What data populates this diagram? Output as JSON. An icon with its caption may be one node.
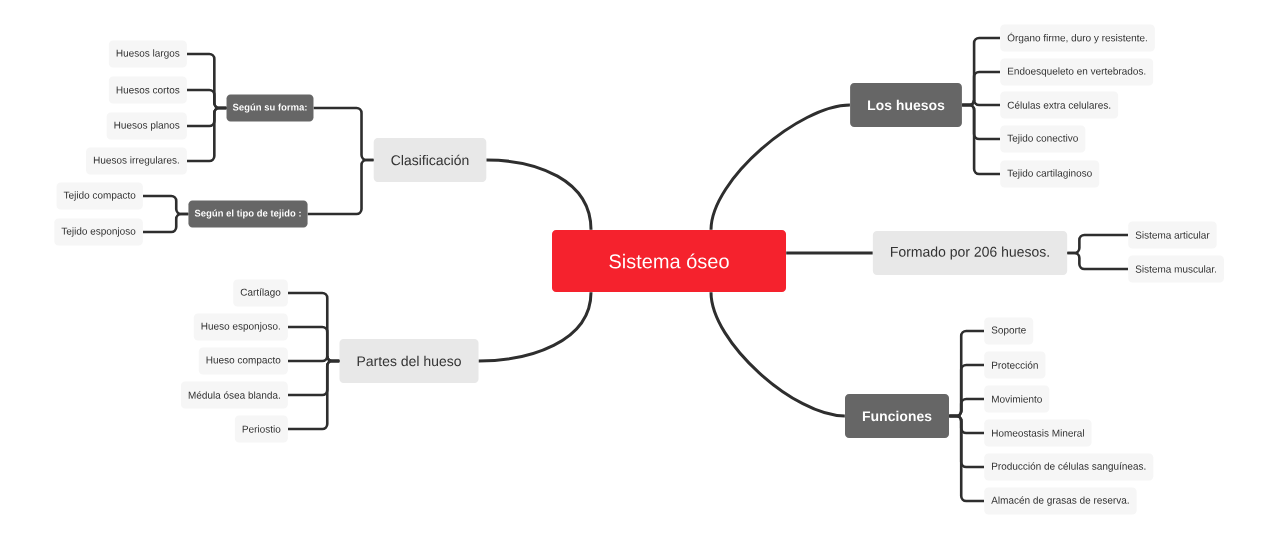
{
  "diagram": {
    "nodes": [
      {
        "text": [
          "Sistema óseo"
        ]
      },
      {
        "text": [
          "Clasificación"
        ]
      },
      {
        "text": [
          "Según su forma:"
        ]
      },
      {
        "text": [
          "Huesos largos"
        ]
      },
      {
        "text": [
          "Huesos cortos"
        ]
      },
      {
        "text": [
          "Huesos planos"
        ]
      },
      {
        "text": [
          "Huesos irregulares."
        ]
      },
      {
        "text": [
          "Según el tipo de tejido :"
        ]
      },
      {
        "text": [
          "Tejido compacto"
        ]
      },
      {
        "text": [
          "Tejido esponjoso"
        ]
      },
      {
        "text": [
          "Partes del hueso"
        ]
      },
      {
        "text": [
          "Cartílago"
        ]
      },
      {
        "text": [
          "Hueso esponjoso."
        ]
      },
      {
        "text": [
          "Hueso compacto"
        ]
      },
      {
        "text": [
          "Médula ósea blanda."
        ]
      },
      {
        "text": [
          "Periostio"
        ]
      },
      {
        "text": [
          "Los huesos"
        ]
      },
      {
        "text": [
          "Órgano firme, duro y resistente."
        ]
      },
      {
        "text": [
          "Endoesqueleto en vertebrados."
        ]
      },
      {
        "text": [
          "Células extra celulares."
        ]
      },
      {
        "text": [
          "Tejido conectivo"
        ]
      },
      {
        "text": [
          "Tejido cartilaginoso"
        ]
      },
      {
        "text": [
          "Formado por 206 huesos."
        ]
      },
      {
        "text": [
          "Sistema articular"
        ]
      },
      {
        "text": [
          "Sistema muscular."
        ]
      },
      {
        "text": [
          "Funciones"
        ]
      },
      {
        "text": [
          "Soporte"
        ]
      },
      {
        "text": [
          "Protección"
        ]
      },
      {
        "text": [
          "Movimiento"
        ]
      },
      {
        "text": [
          "Homeostasis Mineral"
        ]
      },
      {
        "text": [
          "Producción de células sanguíneas."
        ]
      },
      {
        "text": [
          "Almacén de grasas de reserva."
        ]
      }
    ],
    "edges": [
      {
        "from": 0,
        "to": 1,
        "arrow": "none"
      },
      {
        "from": 1,
        "to": 2,
        "arrow": "none"
      },
      {
        "from": 2,
        "to": 3,
        "arrow": "none"
      },
      {
        "from": 2,
        "to": 4,
        "arrow": "none"
      },
      {
        "from": 2,
        "to": 5,
        "arrow": "none"
      },
      {
        "from": 2,
        "to": 6,
        "arrow": "none"
      },
      {
        "from": 1,
        "to": 7,
        "arrow": "none"
      },
      {
        "from": 7,
        "to": 8,
        "arrow": "none"
      },
      {
        "from": 7,
        "to": 9,
        "arrow": "none"
      },
      {
        "from": 0,
        "to": 10,
        "arrow": "none"
      },
      {
        "from": 10,
        "to": 11,
        "arrow": "none"
      },
      {
        "from": 10,
        "to": 12,
        "arrow": "none"
      },
      {
        "from": 10,
        "to": 13,
        "arrow": "none"
      },
      {
        "from": 10,
        "to": 14,
        "arrow": "none"
      },
      {
        "from": 10,
        "to": 15,
        "arrow": "none"
      },
      {
        "from": 0,
        "to": 16,
        "arrow": "none"
      },
      {
        "from": 16,
        "to": 17,
        "arrow": "none"
      },
      {
        "from": 16,
        "to": 18,
        "arrow": "none"
      },
      {
        "from": 16,
        "to": 19,
        "arrow": "none"
      },
      {
        "from": 16,
        "to": 20,
        "arrow": "none"
      },
      {
        "from": 16,
        "to": 21,
        "arrow": "none"
      },
      {
        "from": 0,
        "to": 22,
        "arrow": "none"
      },
      {
        "from": 22,
        "to": 23,
        "arrow": "none"
      },
      {
        "from": 22,
        "to": 24,
        "arrow": "none"
      },
      {
        "from": 0,
        "to": 25,
        "arrow": "none"
      },
      {
        "from": 25,
        "to": 26,
        "arrow": "none"
      },
      {
        "from": 25,
        "to": 27,
        "arrow": "none"
      },
      {
        "from": 25,
        "to": 28,
        "arrow": "none"
      },
      {
        "from": 25,
        "to": 29,
        "arrow": "none"
      },
      {
        "from": 25,
        "to": 30,
        "arrow": "none"
      },
      {
        "from": 25,
        "to": 31,
        "arrow": "none"
      }
    ]
  }
}
